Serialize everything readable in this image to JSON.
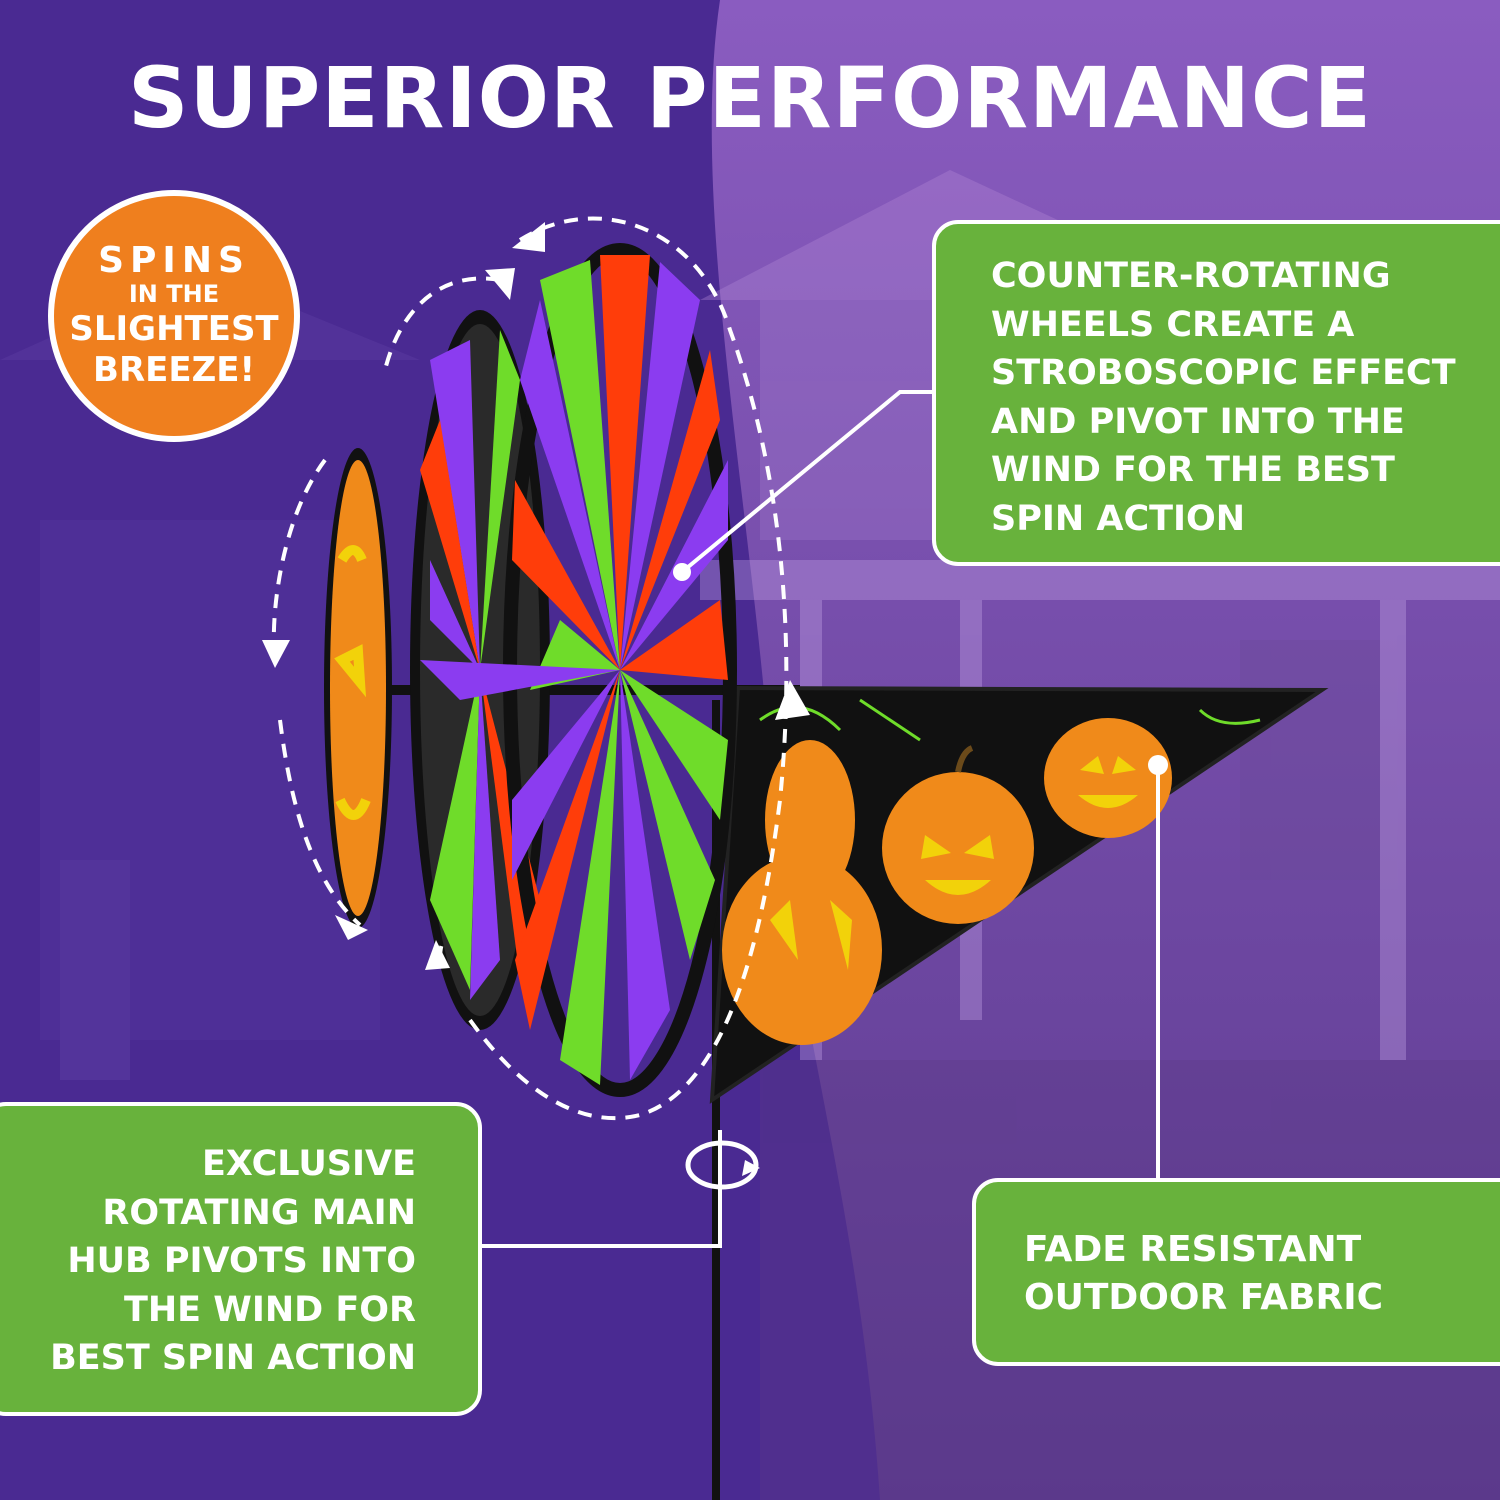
{
  "title": "SUPERIOR PERFORMANCE",
  "badge": {
    "line1": "SPINS",
    "line2": "IN THE",
    "line3": "SLIGHTEST",
    "line4": "BREEZE!"
  },
  "callouts": {
    "counter_rotating": "COUNTER-ROTATING\nWHEELS CREATE A\nSTROBOSCOPIC EFFECT\nAND PIVOT INTO THE\nWIND FOR THE BEST\nSPIN ACTION",
    "rotating_hub": "EXCLUSIVE\nROTATING MAIN\nHUB PIVOTS INTO\nTHE WIND FOR\nBEST SPIN ACTION",
    "fabric": "FADE RESISTANT\nOUTDOOR FABRIC"
  },
  "colors": {
    "purple": "#4a2a92",
    "light_purple": "#8a5cc0",
    "green": "#68b23c",
    "orange": "#ef7f1e",
    "wheel_red": "#ff3d0a",
    "wheel_green": "#6fdc2a",
    "wheel_purple": "#8b3cf0"
  },
  "icons": {
    "rotation_arrows": "dashed-curved-arrow-icon",
    "pole_pivot": "circular-rotate-icon"
  }
}
